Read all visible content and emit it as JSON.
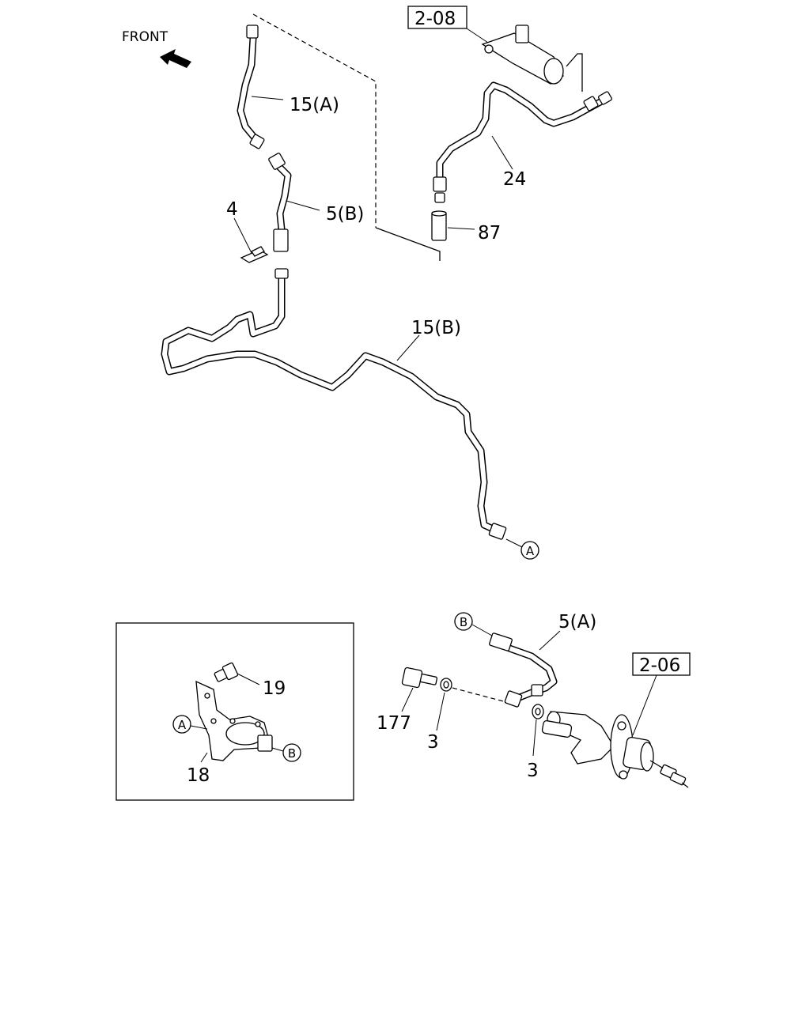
{
  "orientation": {
    "front_label": "FRONT",
    "arrow_icon": "front-arrow-icon"
  },
  "refs": {
    "top_ref": "2-08",
    "bottom_ref": "2-06"
  },
  "callouts": {
    "pipe_15a": "15(A)",
    "hose_5b": "5(B)",
    "clip_4": "4",
    "pipe_24": "24",
    "connector_87": "87",
    "pipe_15b": "15(B)",
    "hose_5a": "5(A)",
    "bolt_177": "177",
    "washer_3_left": "3",
    "washer_3_right": "3",
    "bolt_19": "19",
    "bracket_18": "18"
  },
  "markers": {
    "a": "A",
    "b": "B"
  }
}
